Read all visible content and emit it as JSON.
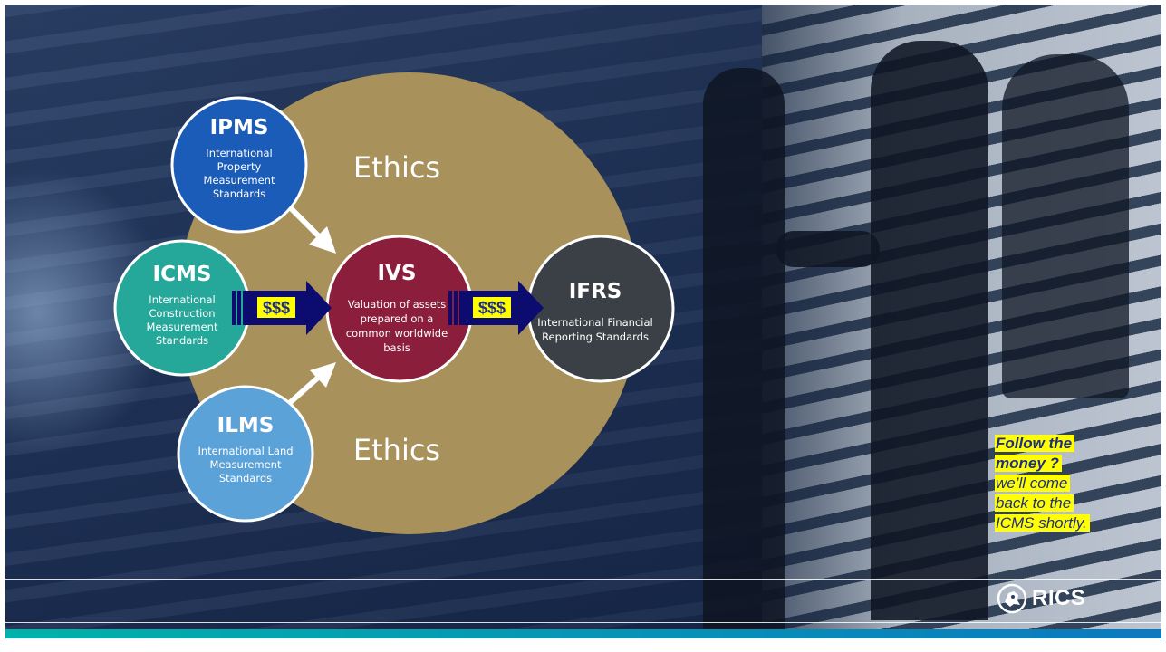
{
  "ethics_top": "Ethics",
  "ethics_bottom": "Ethics",
  "circles": {
    "ipms": {
      "title": "IPMS",
      "lines": [
        "International",
        "Property",
        "Measurement",
        "Standards"
      ]
    },
    "icms": {
      "title": "ICMS",
      "lines": [
        "International",
        "Construction",
        "Measurement",
        "Standards"
      ]
    },
    "ilms": {
      "title": "ILMS",
      "lines": [
        "International Land",
        "Measurement",
        "Standards"
      ]
    },
    "ivs": {
      "title": "IVS",
      "lines": [
        "Valuation of assets",
        "prepared on a",
        "common worldwide",
        "basis"
      ]
    },
    "ifrs": {
      "title": "IFRS",
      "lines": [
        "International Financial",
        "Reporting Standards"
      ]
    }
  },
  "money_label_1": "$$$",
  "money_label_2": "$$$",
  "note": {
    "line1": "Follow the",
    "line2": "money ?",
    "line3": "we’ll come",
    "line4": "back to the",
    "line5": "ICMS shortly."
  },
  "logo_text": "RICS",
  "colors": {
    "ipms": "#1a5cb8",
    "icms": "#25a79a",
    "ilms": "#5ba2d8",
    "ivs": "#8a1e3b",
    "ifrs": "#3a4045",
    "ethics": "#a8915a",
    "arrow_navy": "#0c0c70",
    "highlight": "#ffff00"
  }
}
